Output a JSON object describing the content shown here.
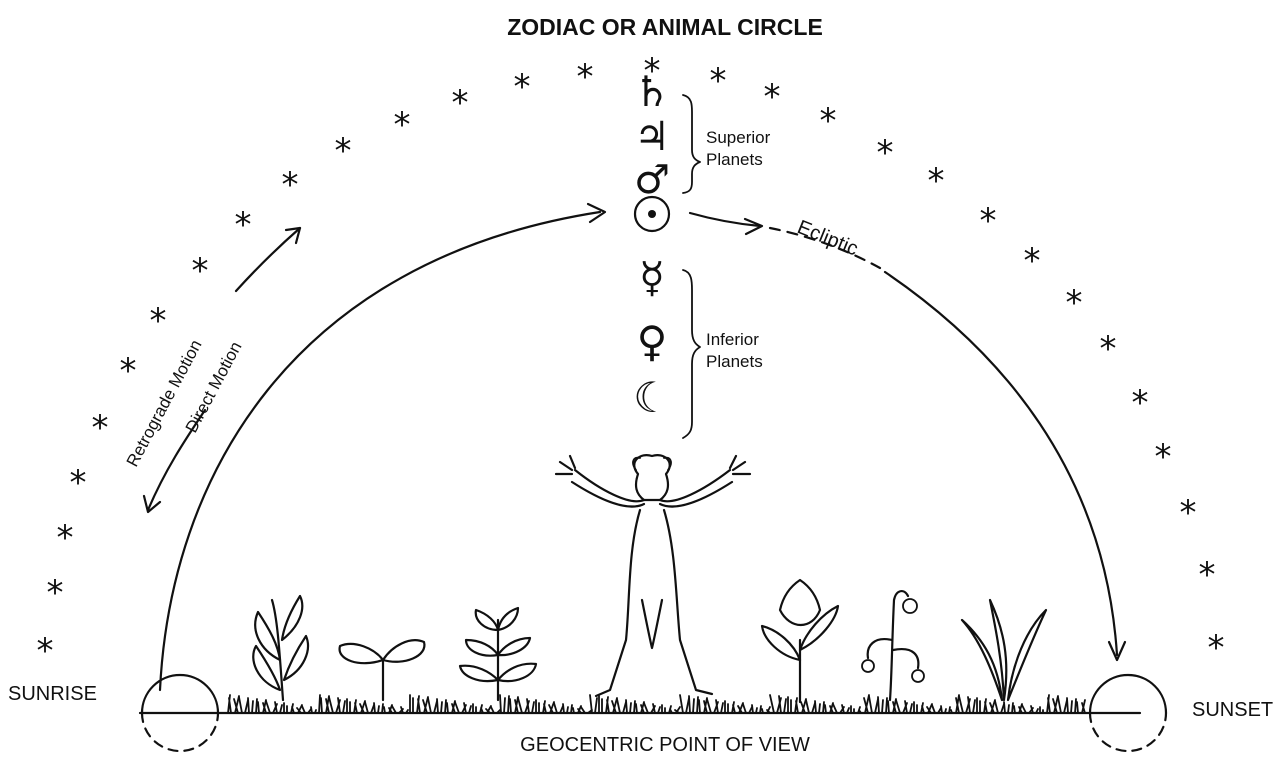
{
  "title": "ZODIAC OR ANIMAL CIRCLE",
  "sunrise_label": "SUNRISE",
  "sunset_label": "SUNSET",
  "bottom_label": "GEOCENTRIC POINT OF VIEW",
  "ecliptic_label": "Ecliptic",
  "retrograde_label": "Retrograde Motion",
  "direct_label": "Direct Motion",
  "superior": {
    "line1": "Superior",
    "line2": "Planets"
  },
  "inferior": {
    "line1": "Inferior",
    "line2": "Planets"
  },
  "planets": {
    "saturn": "♄",
    "jupiter": "♃",
    "mars": "♂",
    "sun": "☉",
    "mercury": "☿",
    "venus": "♀",
    "moon": "☾"
  },
  "zodiac_star": "*"
}
